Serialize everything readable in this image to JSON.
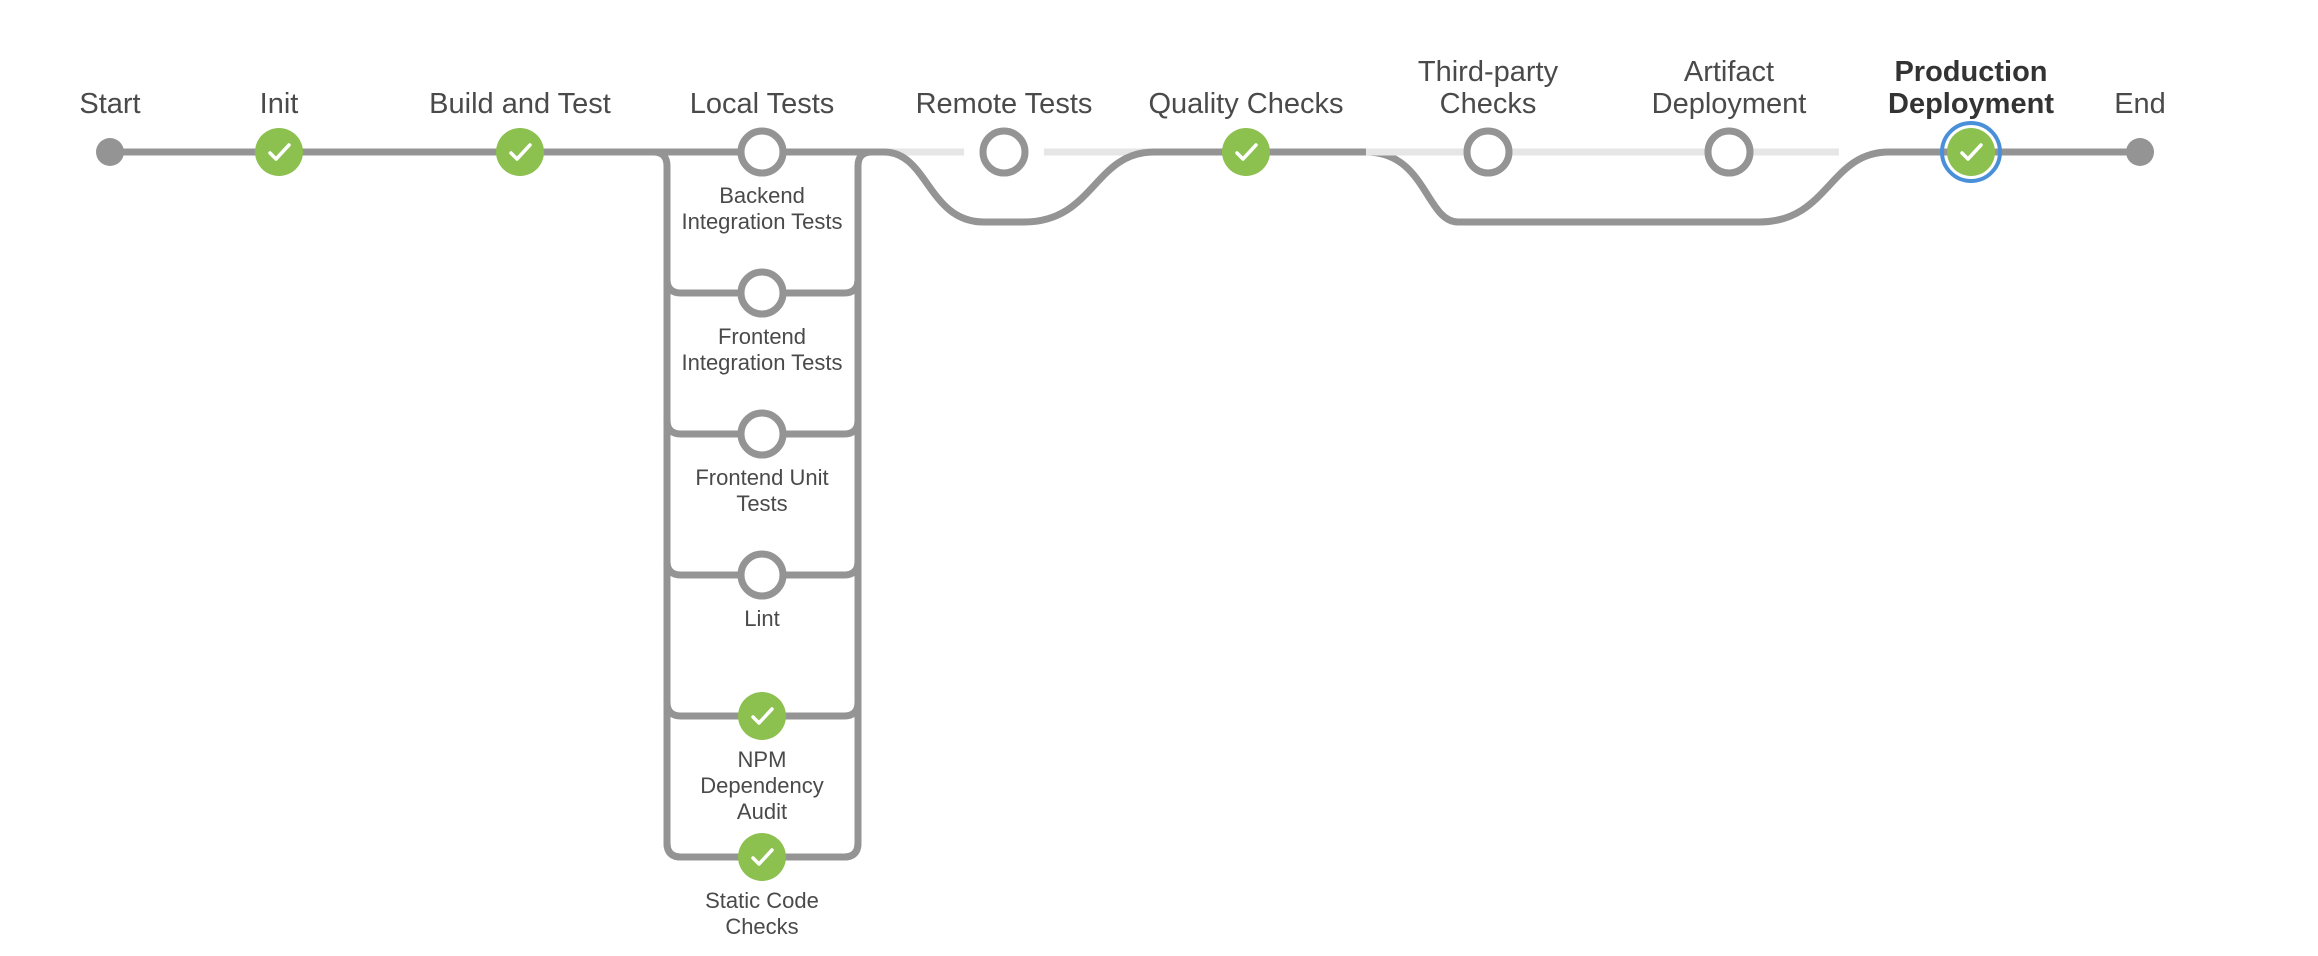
{
  "pipeline": {
    "stages": [
      {
        "id": "start",
        "label_lines": [
          "Start"
        ],
        "kind": "terminal"
      },
      {
        "id": "init",
        "label_lines": [
          "Init"
        ],
        "kind": "stage",
        "status": "success"
      },
      {
        "id": "build-and-test",
        "label_lines": [
          "Build and Test"
        ],
        "kind": "stage",
        "status": "success"
      },
      {
        "id": "local-tests",
        "label_lines": [
          "Local Tests"
        ],
        "kind": "parallel",
        "branches": [
          {
            "id": "backend-integration-tests",
            "label_lines": [
              "Backend",
              "Integration Tests"
            ],
            "status": "not-built"
          },
          {
            "id": "frontend-integration-tests",
            "label_lines": [
              "Frontend",
              "Integration Tests"
            ],
            "status": "not-built"
          },
          {
            "id": "frontend-unit-tests",
            "label_lines": [
              "Frontend Unit",
              "Tests"
            ],
            "status": "not-built"
          },
          {
            "id": "lint",
            "label_lines": [
              "Lint"
            ],
            "status": "not-built"
          },
          {
            "id": "npm-dependency-audit",
            "label_lines": [
              "NPM",
              "Dependency",
              "Audit"
            ],
            "status": "success"
          },
          {
            "id": "static-code-checks",
            "label_lines": [
              "Static Code",
              "Checks"
            ],
            "status": "success"
          }
        ]
      },
      {
        "id": "remote-tests",
        "label_lines": [
          "Remote Tests"
        ],
        "kind": "stage",
        "status": "not-built",
        "skipped": true
      },
      {
        "id": "quality-checks",
        "label_lines": [
          "Quality Checks"
        ],
        "kind": "stage",
        "status": "success"
      },
      {
        "id": "third-party-checks",
        "label_lines": [
          "Third-party",
          "Checks"
        ],
        "kind": "stage",
        "status": "not-built",
        "skipped": true
      },
      {
        "id": "artifact-deployment",
        "label_lines": [
          "Artifact",
          "Deployment"
        ],
        "kind": "stage",
        "status": "not-built",
        "skipped": true
      },
      {
        "id": "production-deployment",
        "label_lines": [
          "Production",
          "Deployment"
        ],
        "kind": "stage",
        "status": "success",
        "selected": true
      },
      {
        "id": "end",
        "label_lines": [
          "End"
        ],
        "kind": "terminal"
      }
    ]
  },
  "icons": {
    "success": "checkmark-icon"
  },
  "colors": {
    "success": "#8cc04f",
    "connector": "#949494",
    "connector_skipped": "#e6e6e6",
    "selected_ring": "#4a90d9",
    "label_text": "#4a4a4a"
  }
}
